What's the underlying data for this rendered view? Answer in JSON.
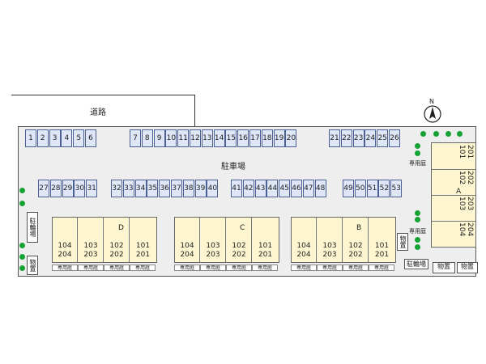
{
  "road": {
    "label": "道路"
  },
  "north_label": "N",
  "parking": {
    "label": "駐車場",
    "row1_group1": [
      "1",
      "2",
      "3",
      "4",
      "5",
      "6"
    ],
    "row1_group2": [
      "7",
      "8",
      "9",
      "10",
      "11",
      "12",
      "13",
      "14",
      "15",
      "16",
      "17",
      "18",
      "19",
      "20"
    ],
    "row1_group3": [
      "21",
      "22",
      "23",
      "24",
      "25",
      "26"
    ],
    "row2_group1": [
      "27",
      "28",
      "29",
      "30",
      "31"
    ],
    "row2_group2": [
      "32",
      "33",
      "34",
      "35",
      "36",
      "37",
      "38",
      "39",
      "40"
    ],
    "row2_group3": [
      "41",
      "42",
      "43",
      "44",
      "45",
      "46",
      "47",
      "48"
    ],
    "row2_group4": [
      "49",
      "50",
      "51",
      "52",
      "53"
    ]
  },
  "buildings": {
    "D": {
      "name": "D",
      "units": [
        [
          "104",
          "204"
        ],
        [
          "103",
          "203"
        ],
        [
          "102",
          "202"
        ],
        [
          "101",
          "201"
        ]
      ]
    },
    "C": {
      "name": "C",
      "units": [
        [
          "104",
          "204"
        ],
        [
          "103",
          "203"
        ],
        [
          "102",
          "202"
        ],
        [
          "101",
          "201"
        ]
      ]
    },
    "B": {
      "name": "B",
      "units": [
        [
          "104",
          "204"
        ],
        [
          "103",
          "203"
        ],
        [
          "102",
          "202"
        ],
        [
          "101",
          "201"
        ]
      ]
    },
    "A": {
      "name": "A",
      "units": [
        [
          "201",
          "101"
        ],
        [
          "202",
          "102"
        ],
        [
          "203",
          "103"
        ],
        [
          "204",
          "104"
        ]
      ]
    }
  },
  "private_garden": "専用庭",
  "bike_parking_left": "駐輪場",
  "bike_parking_bottom": "駐輪場",
  "storage_label": "物置",
  "storage_bottom_1": "物置",
  "storage_bottom_2": "物置",
  "storage_left": "物置"
}
